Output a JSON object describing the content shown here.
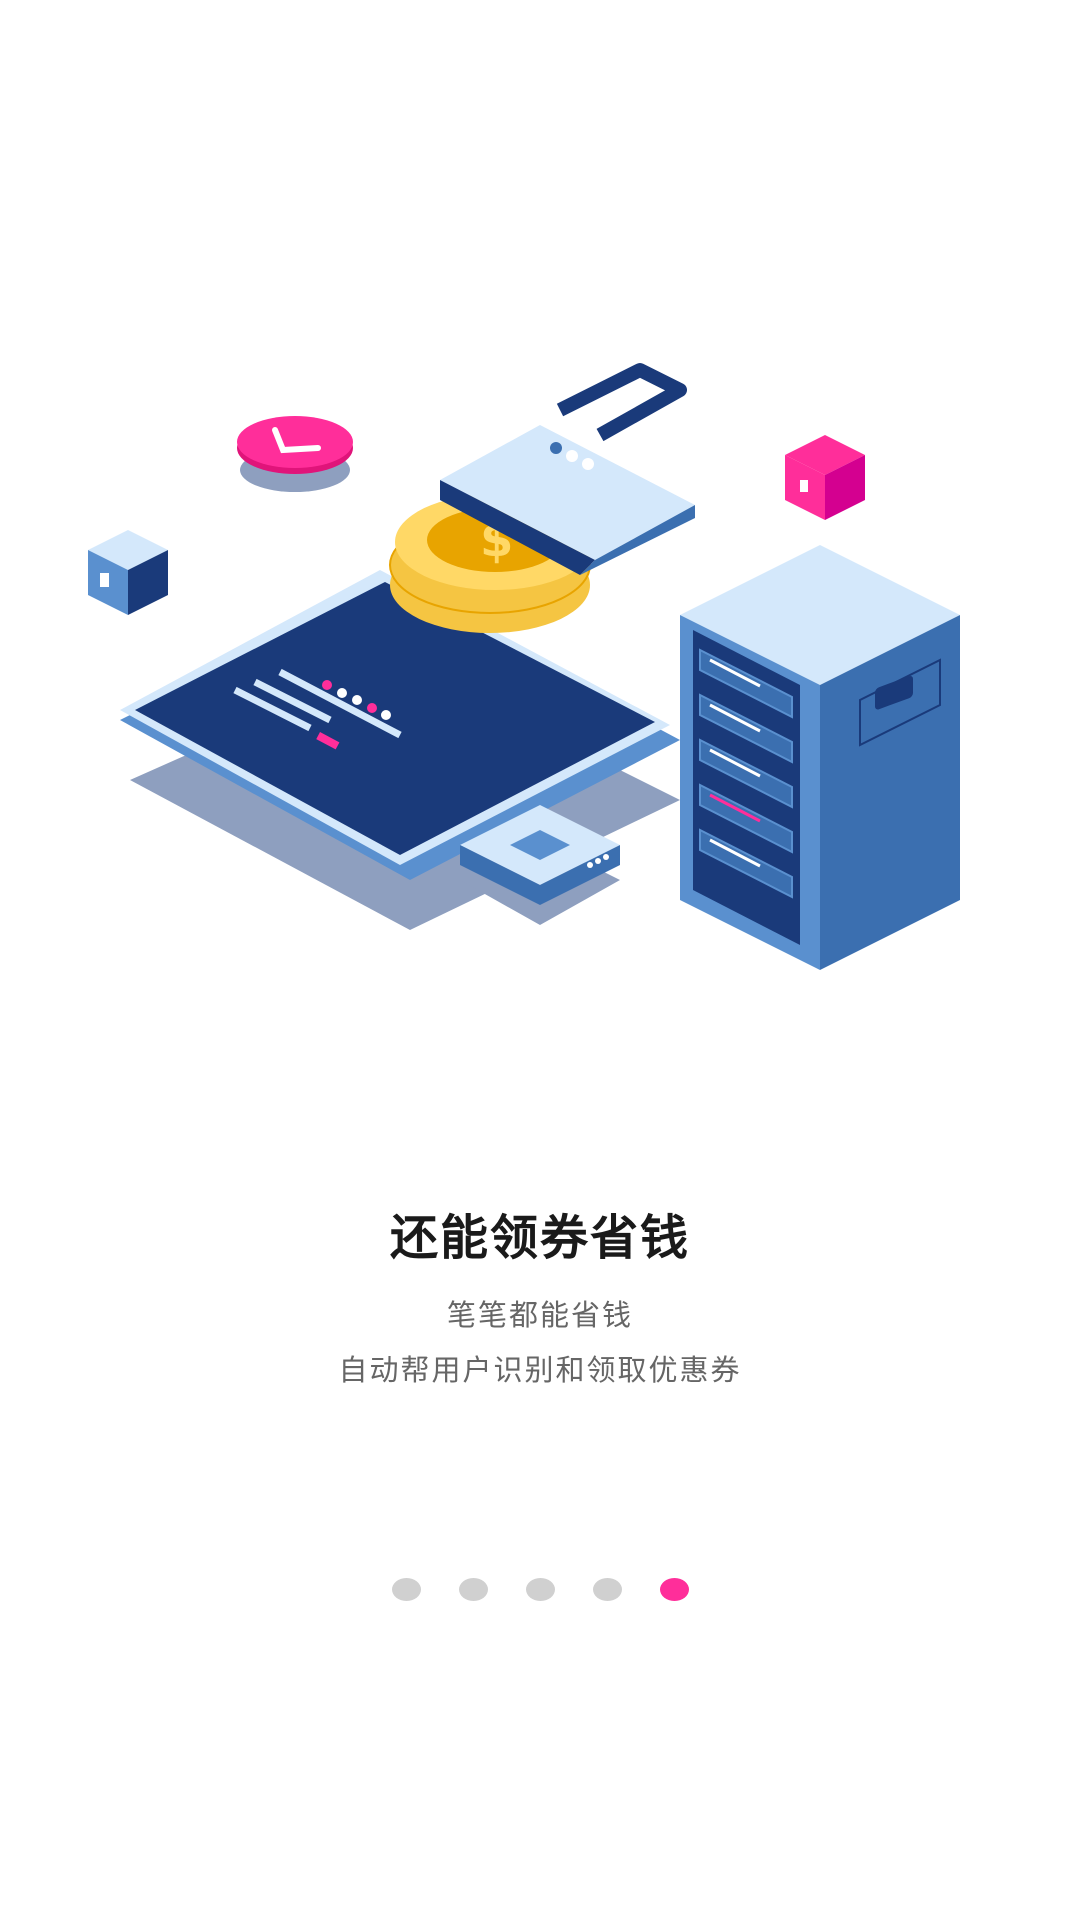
{
  "onboarding": {
    "title": "还能领券省钱",
    "subtitle_line1": "笔笔都能省钱",
    "subtitle_line2": "自动帮用户识别和领取优惠券",
    "illustration": "isometric phone with coins, padlock, server rack and checkmark badge"
  },
  "pager": {
    "total": 5,
    "active_index": 4,
    "colors": {
      "inactive": "#d0d0d0",
      "active": "#ff2e9a"
    }
  },
  "palette": {
    "navy": "#1a3a7a",
    "blue": "#3b6fb0",
    "light_blue": "#d4e8fb",
    "mid_blue": "#5a90cf",
    "shadow": "#8e9fbf",
    "gold": "#f5c542",
    "gold_dark": "#e8a400",
    "pink": "#ff2e9a"
  }
}
